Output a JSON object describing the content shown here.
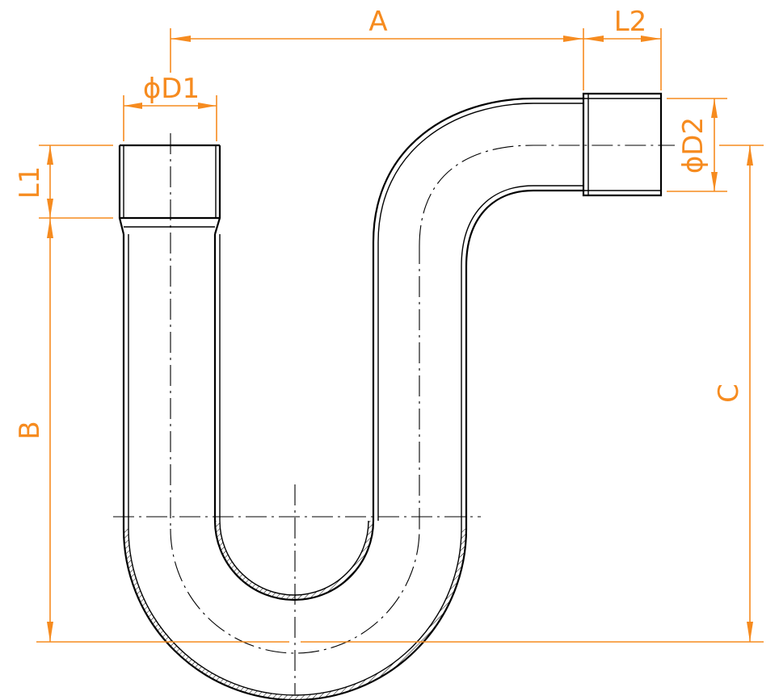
{
  "labels": {
    "A": "A",
    "L2": "L2",
    "D1": "ϕD1",
    "D2": "ϕD2",
    "L1": "L1",
    "B": "B",
    "C": "C"
  },
  "colors": {
    "dimension": "#F68B1F",
    "outline": "#000000",
    "background": "#ffffff"
  }
}
